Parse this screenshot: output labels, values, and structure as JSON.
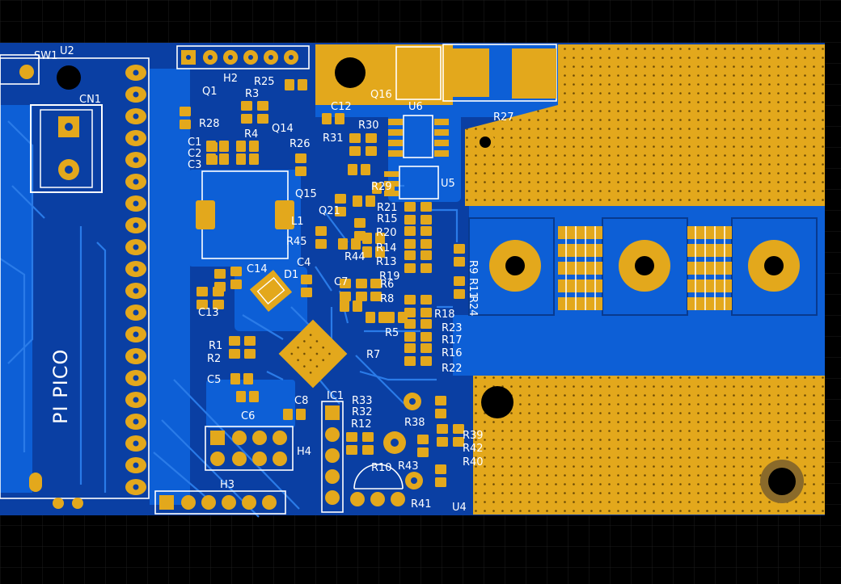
{
  "board": {
    "module_label": "PI PICO",
    "colors": {
      "background": "#000000",
      "grid": "#1c1c1c",
      "board": "#0a3fa3",
      "copper": "#0d5fd6",
      "copper_dark": "#083a8f",
      "pad": "#e3a81c",
      "silkscreen": "#ffffff"
    },
    "labels": {
      "sw1": "SW1",
      "u2": "U2",
      "cn1": "CN1",
      "h2": "H2",
      "h3": "H3",
      "h4": "H4",
      "q1": "Q1",
      "q14": "Q14",
      "q15": "Q15",
      "q16": "Q16",
      "q21": "Q21",
      "u4": "U4",
      "u5": "U5",
      "u6": "U6",
      "ic1": "IC1",
      "l1": "L1",
      "d1": "D1",
      "r1": "R1",
      "r2": "R2",
      "r3": "R3",
      "r4": "R4",
      "r5": "R5",
      "r6": "R6",
      "r7": "R7",
      "r8": "R8",
      "r9": "R9",
      "r10": "R10",
      "r11": "R11",
      "r12": "R12",
      "r13": "R13",
      "r14": "R14",
      "r15": "R15",
      "r16": "R16",
      "r17": "R17",
      "r18": "R18",
      "r19": "R19",
      "r20": "R20",
      "r21": "R21",
      "r22": "R22",
      "r23": "R23",
      "r24": "R24",
      "r25": "R25",
      "r26": "R26",
      "r27": "R27",
      "r28": "R28",
      "r29": "R29",
      "r30": "R30",
      "r31": "R31",
      "r32": "R32",
      "r33": "R33",
      "r38": "R38",
      "r39": "R39",
      "r40": "R40",
      "r41": "R41",
      "r42": "R42",
      "r43": "R43",
      "r44": "R44",
      "r45": "R45",
      "c1": "C1",
      "c2": "C2",
      "c3": "C3",
      "c4": "C4",
      "c5": "C5",
      "c6": "C6",
      "c7": "C7",
      "c8": "C8",
      "c12": "C12",
      "c13": "C13",
      "c14": "C14"
    }
  }
}
